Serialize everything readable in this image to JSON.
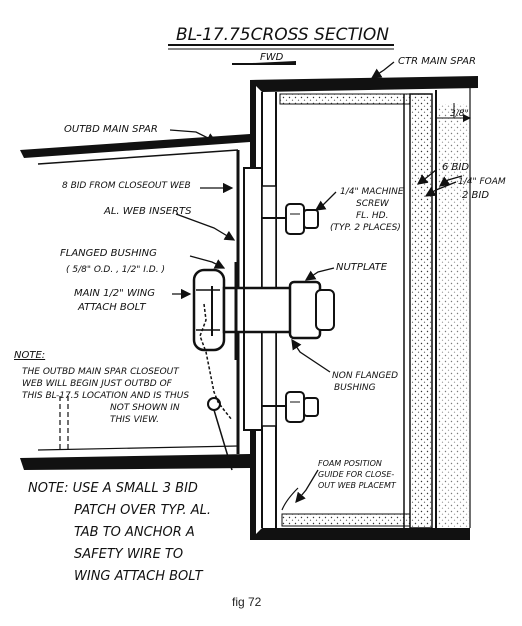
{
  "title": "BL-17.75CROSS SECTION",
  "fwd_label": "FWD",
  "labels": {
    "ctr_main_spar": "CTR MAIN SPAR",
    "outbd_main_spar": "OUTBD MAIN SPAR",
    "bid_from_closeout": "8 BID FROM CLOSEOUT WEB",
    "al_web_inserts": "AL. WEB INSERTS",
    "flanged_bushing_1": "FLANGED BUSHING",
    "flanged_bushing_2": "( 5/8\" O.D. , 1/2\" I.D. )",
    "main_bolt_1": "MAIN 1/2\" WING",
    "main_bolt_2": "ATTACH BOLT",
    "machine_screw_1": "1/4\" MACHINE",
    "machine_screw_2": "SCREW",
    "machine_screw_3": "FL. HD.",
    "machine_screw_4": "(TYP. 2 PLACES)",
    "nutplate": "NUTPLATE",
    "non_flanged_1": "NON FLANGED",
    "non_flanged_2": "BUSHING",
    "dim": "3/8\"",
    "bid6": "6 BID",
    "foam": "1/4\" FOAM",
    "bid2": "2 BID",
    "foam_guide_1": "FOAM POSITION",
    "foam_guide_2": "GUIDE FOR CLOSE-",
    "foam_guide_3": "OUT WEB PLACEMT"
  },
  "note_box": {
    "heading": "NOTE:",
    "lines": [
      "THE OUTBD MAIN SPAR CLOSEOUT",
      "WEB WILL BEGIN JUST OUTBD OF",
      "THIS BL-17.5 LOCATION AND IS THUS",
      "NOT SHOWN IN",
      "THIS VIEW."
    ]
  },
  "bottom_note": {
    "lines": [
      "NOTE: USE A SMALL 3 BID",
      "PATCH OVER TYP. AL.",
      "TAB TO ANCHOR A",
      "SAFETY WIRE TO",
      "WING ATTACH BOLT"
    ]
  },
  "caption": "fig 72",
  "colors": {
    "ink": "#111111",
    "paper": "#ffffff"
  }
}
